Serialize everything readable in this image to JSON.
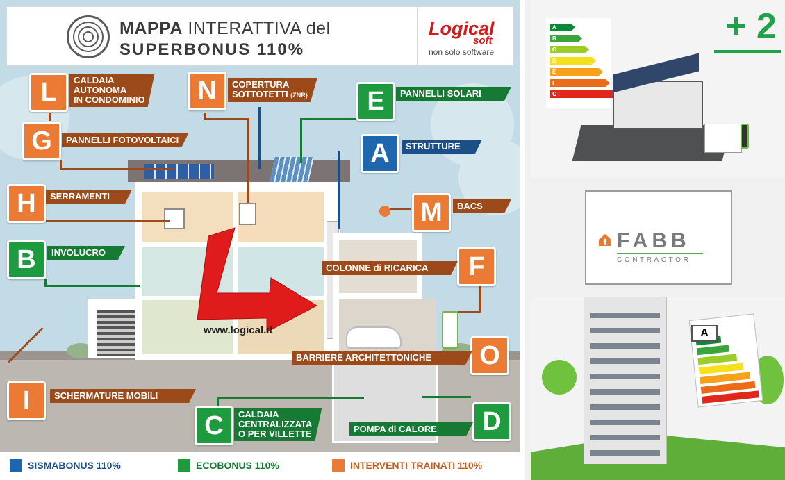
{
  "header": {
    "title_bold": "MAPPA",
    "title_rest": "INTERATTIVA del",
    "title_line2": "SUPERBONUS 110%",
    "logo": "Logical",
    "logo_sub": "soft",
    "logo_tagline": "non solo software"
  },
  "website": "www.logical.it",
  "items": [
    {
      "letter": "L",
      "label": [
        "CALDAIA",
        "AUTONOMA",
        "IN CONDOMINIO"
      ],
      "category": "trainati"
    },
    {
      "letter": "N",
      "label": [
        "COPERTURA",
        "SOTTOTETTI"
      ],
      "note": "(ZNR)",
      "category": "trainati"
    },
    {
      "letter": "E",
      "label": [
        "PANNELLI SOLARI"
      ],
      "category": "ecobonus"
    },
    {
      "letter": "G",
      "label": [
        "PANNELLI FOTOVOLTAICI"
      ],
      "category": "trainati"
    },
    {
      "letter": "A",
      "label": [
        "STRUTTURE"
      ],
      "category": "sismabonus"
    },
    {
      "letter": "H",
      "label": [
        "SERRAMENTI"
      ],
      "category": "trainati"
    },
    {
      "letter": "M",
      "label": [
        "BACS"
      ],
      "category": "trainati"
    },
    {
      "letter": "B",
      "label": [
        "INVOLUCRO"
      ],
      "category": "ecobonus"
    },
    {
      "letter": "F",
      "label": [
        "COLONNE di RICARICA"
      ],
      "category": "trainati"
    },
    {
      "letter": "O",
      "label": [
        "BARRIERE ARCHITETTONICHE"
      ],
      "category": "trainati"
    },
    {
      "letter": "I",
      "label": [
        "SCHERMATURE MOBILI"
      ],
      "category": "trainati"
    },
    {
      "letter": "C",
      "label": [
        "CALDAIA",
        "CENTRALIZZATA",
        "O PER VILLETTE"
      ],
      "category": "ecobonus"
    },
    {
      "letter": "D",
      "label": [
        "POMPA di CALORE"
      ],
      "category": "ecobonus"
    }
  ],
  "legend": [
    {
      "label": "SISMABONUS 110%",
      "color": "#1e66ad"
    },
    {
      "label": "ECOBONUS 110%",
      "color": "#1f9b3f"
    },
    {
      "label": "INTERVENTI TRAINATI 110%",
      "color": "#ea7a34"
    }
  ],
  "colors": {
    "orange": "#ea7a34",
    "green": "#1f9b3f",
    "blue": "#1e66ad",
    "logo_red": "#d7191b"
  },
  "right": {
    "increment": "+ 2",
    "energy_classes": [
      "A",
      "B",
      "C",
      "D",
      "E",
      "F",
      "G"
    ],
    "fabb_word": "FABB",
    "fabb_sub": "CONTRACTOR",
    "tag_class": "A"
  }
}
